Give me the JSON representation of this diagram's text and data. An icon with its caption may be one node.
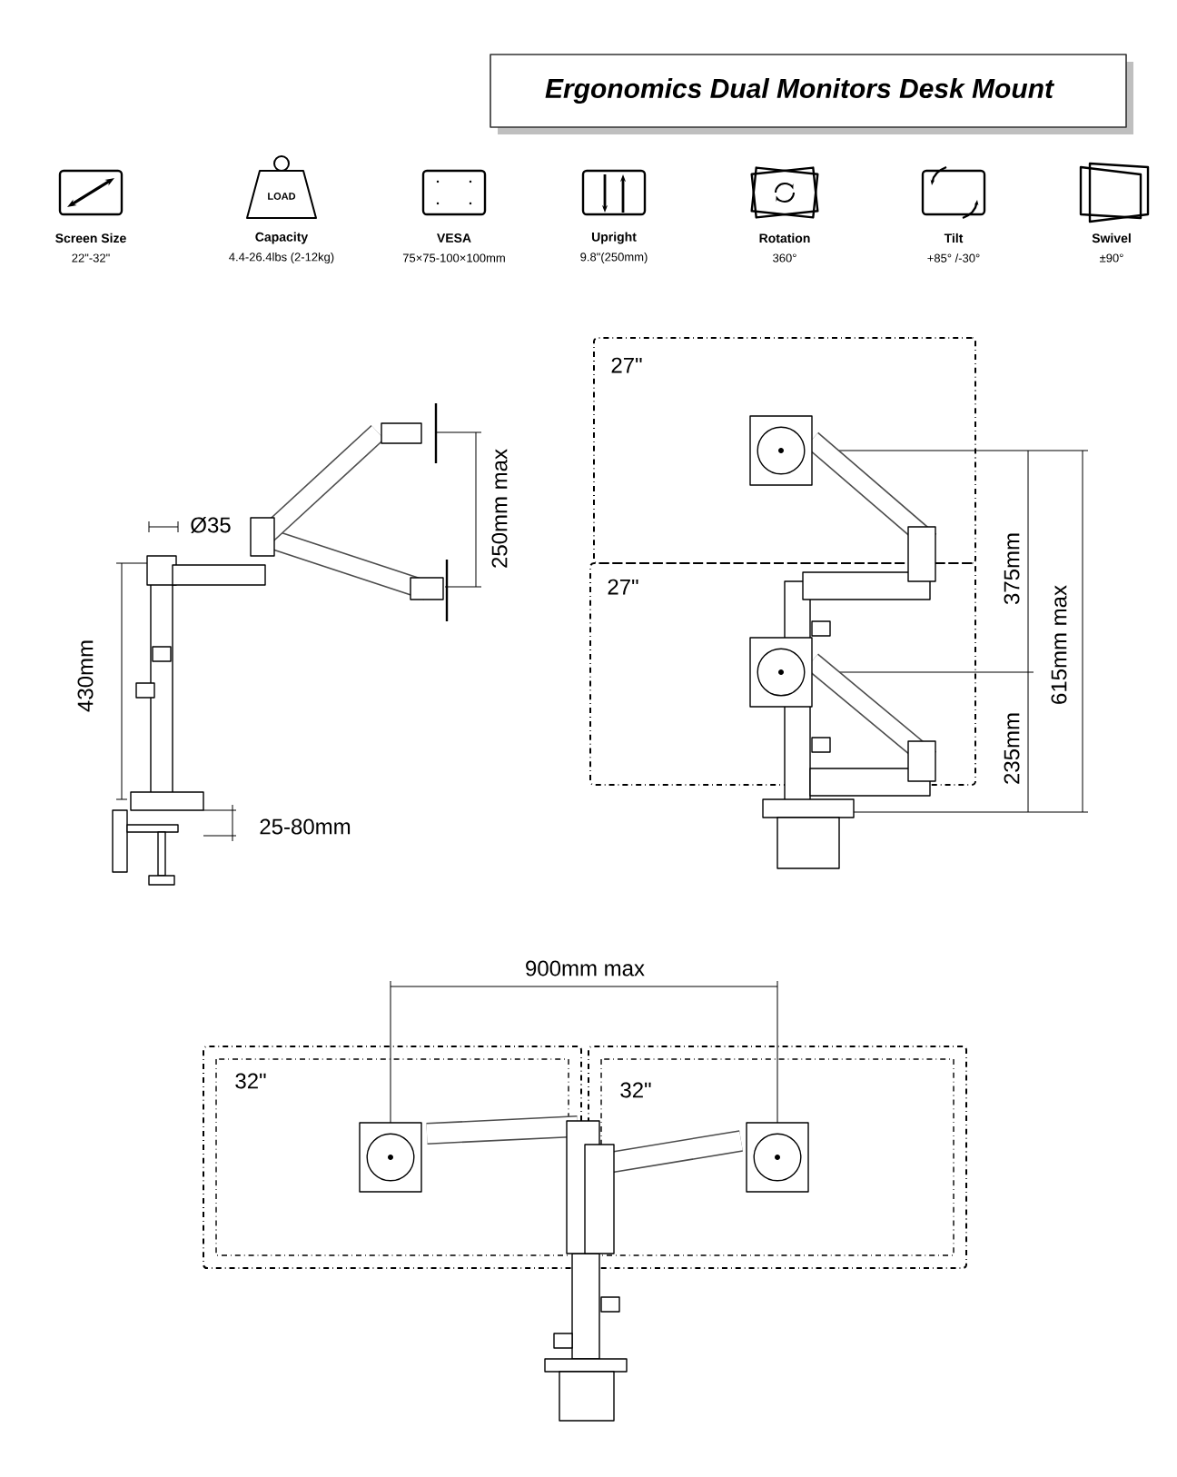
{
  "diagram": {
    "title": "Ergonomics Dual Monitors Desk Mount",
    "nodes": [
      {
        "text": [
          "27\""
        ]
      },
      {
        "text": [
          "27\""
        ]
      },
      {
        "text": [
          "32\""
        ]
      },
      {
        "text": [
          "32\""
        ]
      }
    ],
    "labels": [
      "Screen Size",
      "22\"-32\"",
      "LOAD",
      "Capacity",
      "4.4-26.4lbs (2-12kg)",
      "VESA",
      "75×75-100×100mm",
      "Upright",
      "9.8\"(250mm)",
      "Rotation",
      "360°",
      "Tilt",
      "+85° /-30°",
      "Swivel",
      "±90°",
      "Ø35",
      "250mm max",
      "430mm",
      "25-80mm",
      "375mm",
      "615mm max",
      "235mm",
      "900mm max"
    ]
  }
}
